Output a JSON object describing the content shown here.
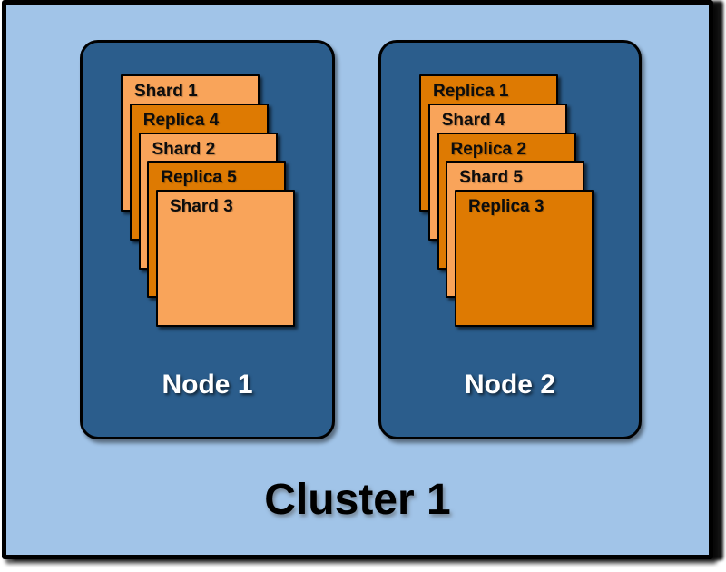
{
  "cluster": {
    "label": "Cluster 1",
    "nodes": [
      {
        "label": "Node 1",
        "cards": [
          {
            "label": "Shard 1",
            "type": "shard"
          },
          {
            "label": "Replica 4",
            "type": "replica"
          },
          {
            "label": "Shard 2",
            "type": "shard"
          },
          {
            "label": "Replica 5",
            "type": "replica"
          },
          {
            "label": "Shard 3",
            "type": "shard"
          }
        ]
      },
      {
        "label": "Node 2",
        "cards": [
          {
            "label": "Replica 1",
            "type": "replica"
          },
          {
            "label": "Shard 4",
            "type": "shard"
          },
          {
            "label": "Replica 2",
            "type": "replica"
          },
          {
            "label": "Shard 5",
            "type": "shard"
          },
          {
            "label": "Replica 3",
            "type": "replica"
          }
        ]
      }
    ]
  },
  "colors": {
    "page-bg": "#FFFFFF",
    "cluster-fill": "#A1C4E8",
    "node-fill": "#2B5D8C",
    "shard-fill": "#F9A45A",
    "replica-fill": "#DE7A02",
    "line": "#000000"
  }
}
